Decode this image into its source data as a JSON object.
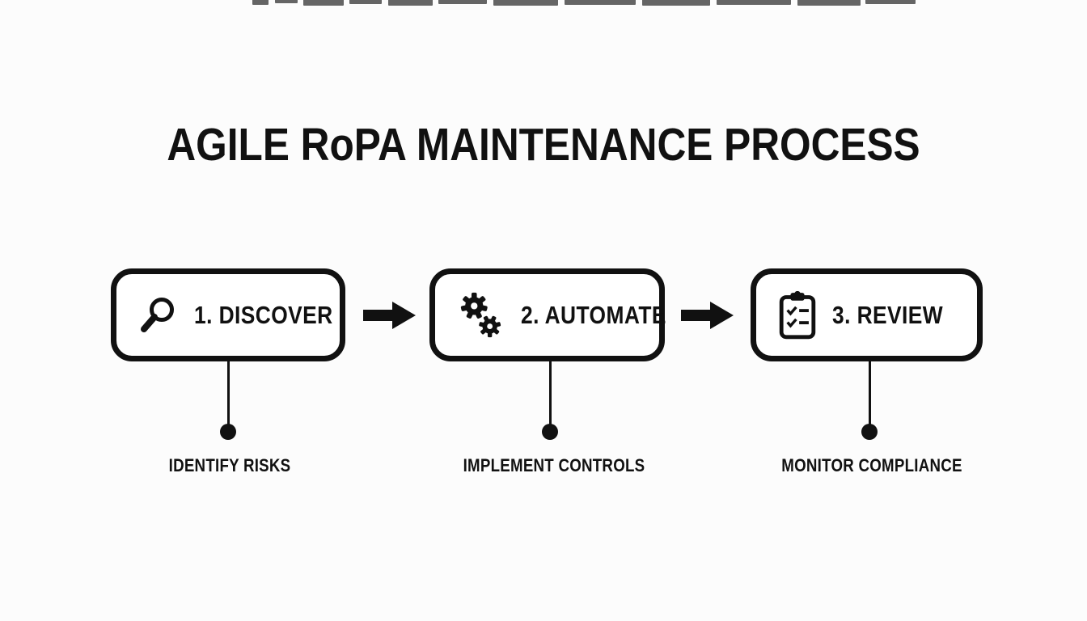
{
  "title": "AGILE RoPA MAINTENANCE PROCESS",
  "steps": [
    {
      "label": "1. DISCOVER",
      "icon": "magnifying-glass-icon",
      "annotation": "IDENTIFY RISKS"
    },
    {
      "label": "2. AUTOMATE",
      "icon": "gears-icon",
      "annotation": "IMPLEMENT CONTROLS"
    },
    {
      "label": "3. REVIEW",
      "icon": "clipboard-checklist-icon",
      "annotation": "MONITOR COMPLIANCE"
    }
  ],
  "colors": {
    "background": "#fcfcfc",
    "ink": "#111111",
    "box_fill": "#ffffff"
  }
}
